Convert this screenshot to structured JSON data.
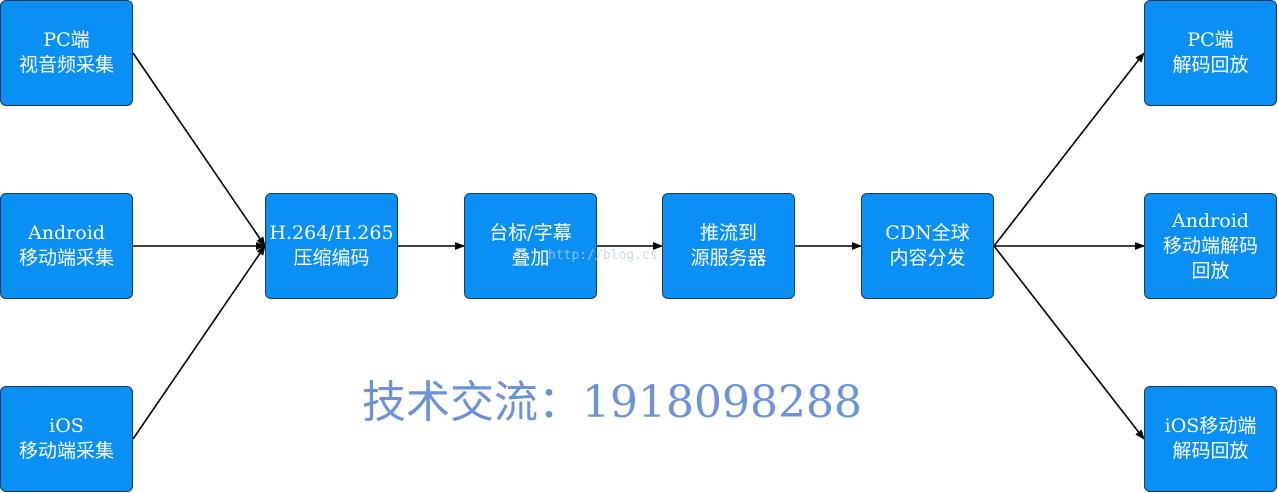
{
  "colors": {
    "node_fill": "#0a8ff5",
    "node_border": "#1b3a5c",
    "arrow": "#000000",
    "contact_text": "#6b93d6"
  },
  "nodes": {
    "pc_capture": [
      "PC端",
      "视音频采集"
    ],
    "android_capture": [
      "Android",
      "移动端采集"
    ],
    "ios_capture": [
      "iOS",
      "移动端采集"
    ],
    "encode": [
      "H.264/H.265",
      "压缩编码"
    ],
    "overlay": [
      "台标/字幕",
      "叠加"
    ],
    "push": [
      "推流到",
      "源服务器"
    ],
    "cdn": [
      "CDN全球",
      "内容分发"
    ],
    "pc_decode": [
      "PC端",
      "解码回放"
    ],
    "android_decode": [
      "Android",
      "移动端解码",
      "回放"
    ],
    "ios_decode": [
      "iOS移动端",
      "解码回放"
    ]
  },
  "edges": [
    [
      "pc_capture",
      "encode"
    ],
    [
      "android_capture",
      "encode"
    ],
    [
      "ios_capture",
      "encode"
    ],
    [
      "encode",
      "overlay"
    ],
    [
      "overlay",
      "push"
    ],
    [
      "push",
      "cdn"
    ],
    [
      "cdn",
      "pc_decode"
    ],
    [
      "cdn",
      "android_decode"
    ],
    [
      "cdn",
      "ios_decode"
    ]
  ],
  "watermark": "http://blog.cs",
  "contact": "技术交流：1918098288"
}
